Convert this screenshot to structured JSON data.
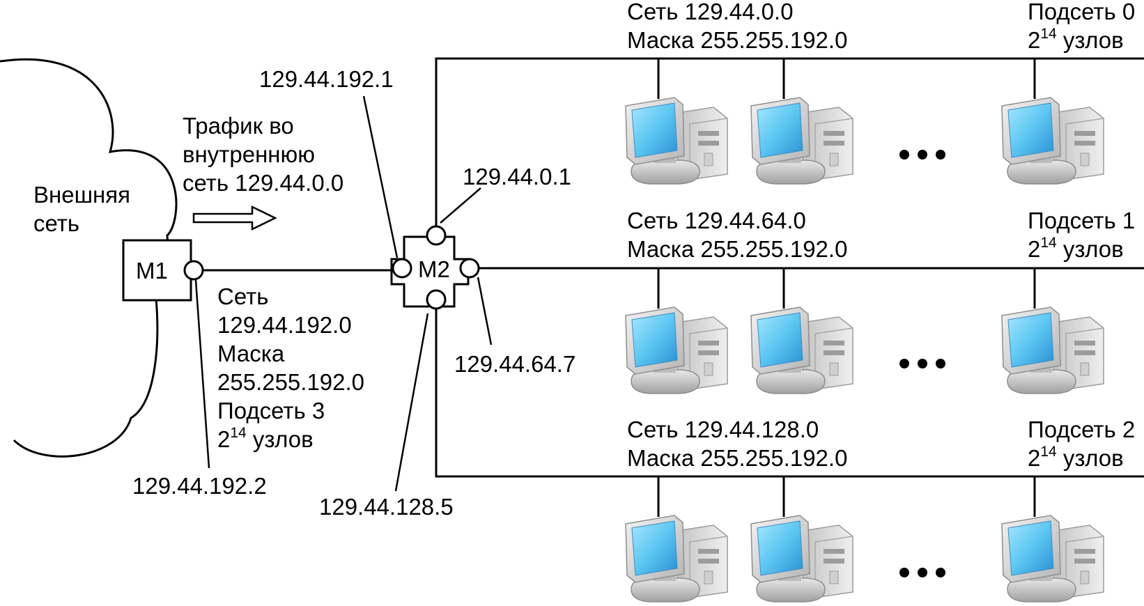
{
  "external": {
    "line1": "Внешняя",
    "line2": "сеть"
  },
  "traffic": {
    "line1": "Трафик во",
    "line2": "внутреннюю",
    "line3": "сеть 129.44.0.0"
  },
  "routers": {
    "m1": "М1",
    "m2": "М2"
  },
  "ports": {
    "m1_port": "129.44.192.2",
    "m2_left": "129.44.192.1",
    "m2_top": "129.44.0.1",
    "m2_right": "129.44.64.7",
    "m2_bottom": "129.44.128.5"
  },
  "link_net": {
    "net_label": "Сеть",
    "net_addr": "129.44.192.0",
    "mask_label": "Маска",
    "mask_addr": "255.255.192.0",
    "subnet": "Подсеть 3",
    "base": "2",
    "exp": "14",
    "nodes": "узлов"
  },
  "subnets": [
    {
      "net": "Сеть 129.44.0.0",
      "mask": "Маска 255.255.192.0",
      "subnet": "Подсеть 0",
      "base": "2",
      "exp": "14",
      "nodes": "узлов"
    },
    {
      "net": "Сеть 129.44.64.0",
      "mask": "Маска 255.255.192.0",
      "subnet": "Подсеть 1",
      "base": "2",
      "exp": "14",
      "nodes": "узлов"
    },
    {
      "net": "Сеть 129.44.128.0",
      "mask": "Маска 255.255.192.0",
      "subnet": "Подсеть 2",
      "base": "2",
      "exp": "14",
      "nodes": "узлов"
    }
  ],
  "colors": {
    "line": "#000000",
    "screen": "#6fd0f5",
    "case_light": "#e4e4e4",
    "case_dark": "#a9a9a9"
  },
  "icons": {
    "computer": "desktop-computer-icon",
    "cloud": "cloud-outline",
    "arrow": "hollow-right-arrow-icon"
  }
}
